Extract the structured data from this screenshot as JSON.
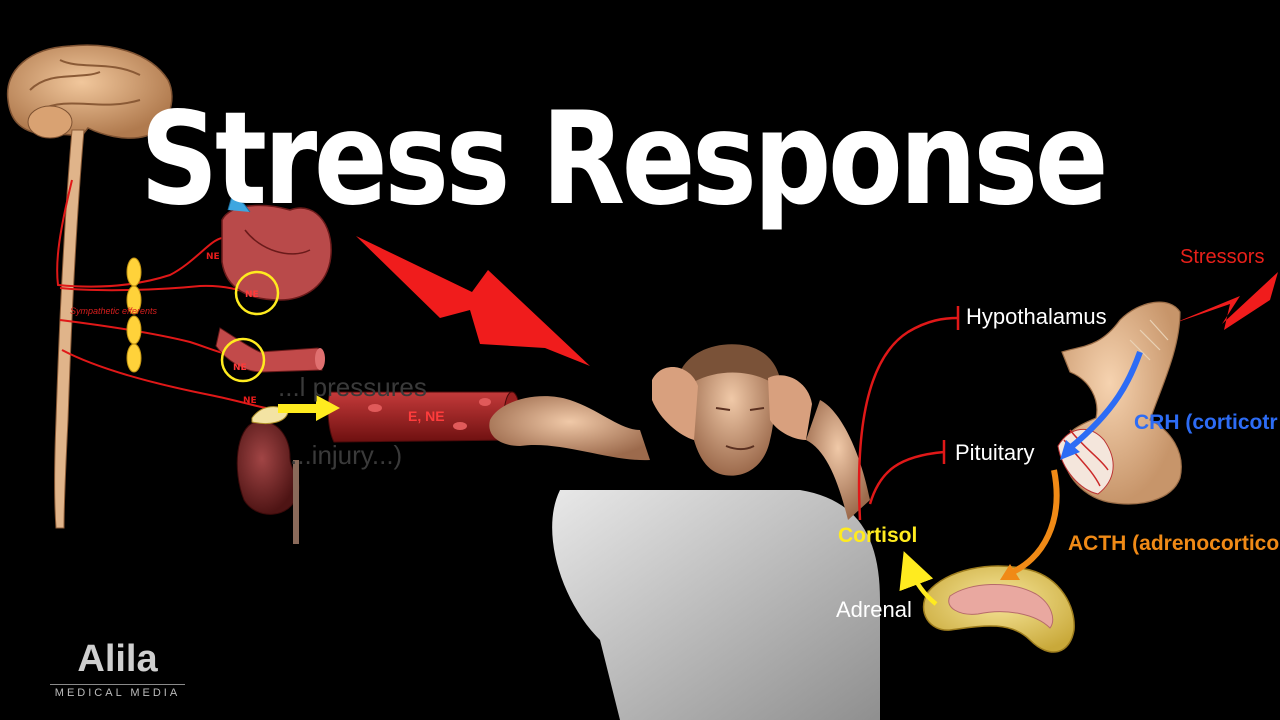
{
  "title": "Stress Response",
  "labels": {
    "stressors": "Stressors",
    "hypothalamus": "Hypothalamus",
    "pituitary": "Pituitary",
    "cortisol": "Cortisol",
    "adrenal": "Adrenal",
    "crh": "CRH (corticotr",
    "acth": "ACTH (adrenocortico"
  },
  "neural_labels": {
    "sympathetic": "Sympathetic efferents",
    "ne": "NE",
    "e_ne": "E, NE"
  },
  "faded_text": {
    "line1": "...l pressures",
    "line2": "...injury...)"
  },
  "logo": {
    "name": "Alila",
    "subtitle": "MEDICAL MEDIA"
  },
  "colors": {
    "background": "#000000",
    "title": "#ffffff",
    "stressor_red": "#e8201a",
    "cortisol_yellow": "#ffeb1f",
    "crh_blue": "#2d6cf5",
    "acth_orange": "#f08a16"
  }
}
